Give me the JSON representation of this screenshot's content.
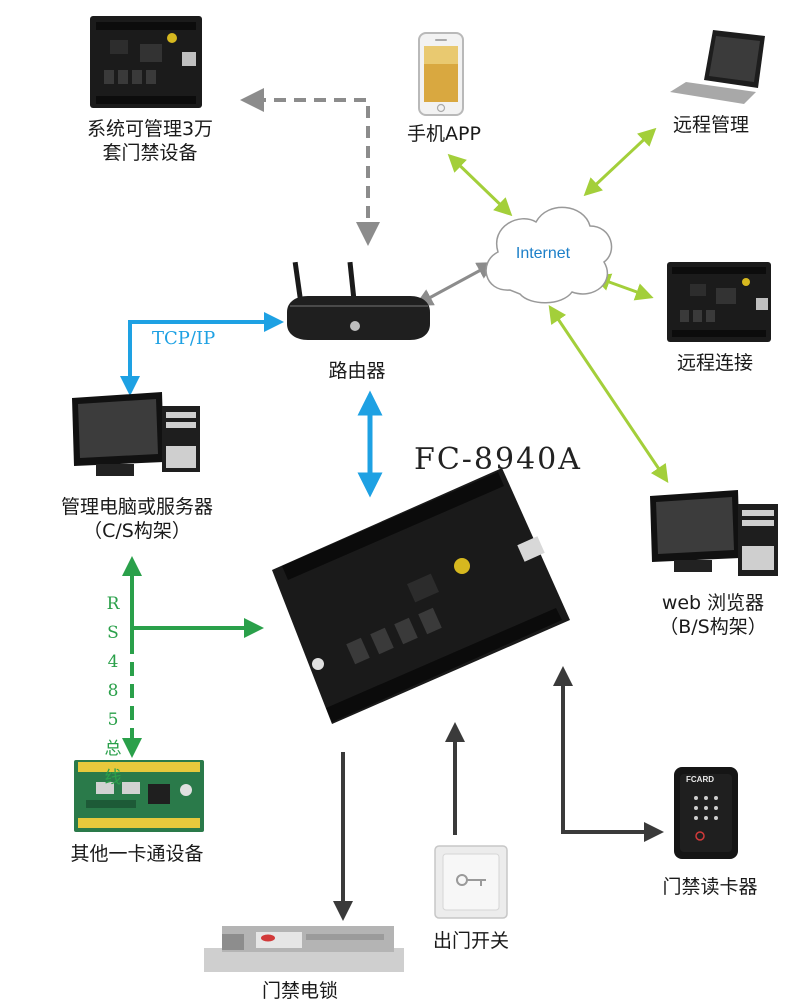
{
  "model": "FC-8940A",
  "labels": {
    "system_devices_line1": "系统可管理3万",
    "system_devices_line2": "套门禁设备",
    "mobile_app": "手机APP",
    "remote_manage": "远程管理",
    "internet": "Internet",
    "remote_connect": "远程连接",
    "router": "路由器",
    "tcpip": "TCP/IP",
    "mgmt_pc_line1": "管理电脑或服务器",
    "mgmt_pc_line2": "（C/S构架）",
    "web_browser_line1": "web 浏览器",
    "web_browser_line2": "（B/S构架）",
    "rs485": [
      "R",
      "S",
      "4",
      "8",
      "5",
      "总",
      "线"
    ],
    "other_devices": "其他一卡通设备",
    "exit_switch": "出门开关",
    "door_reader": "门禁读卡器",
    "door_lock": "门禁电锁",
    "phone_brand": "FCARD"
  },
  "colors": {
    "blue": "#1ea1e3",
    "green": "#2aa04a",
    "lime": "#a3cf3a",
    "gray": "#8c8c8c",
    "dark": "#3a3a3a"
  }
}
